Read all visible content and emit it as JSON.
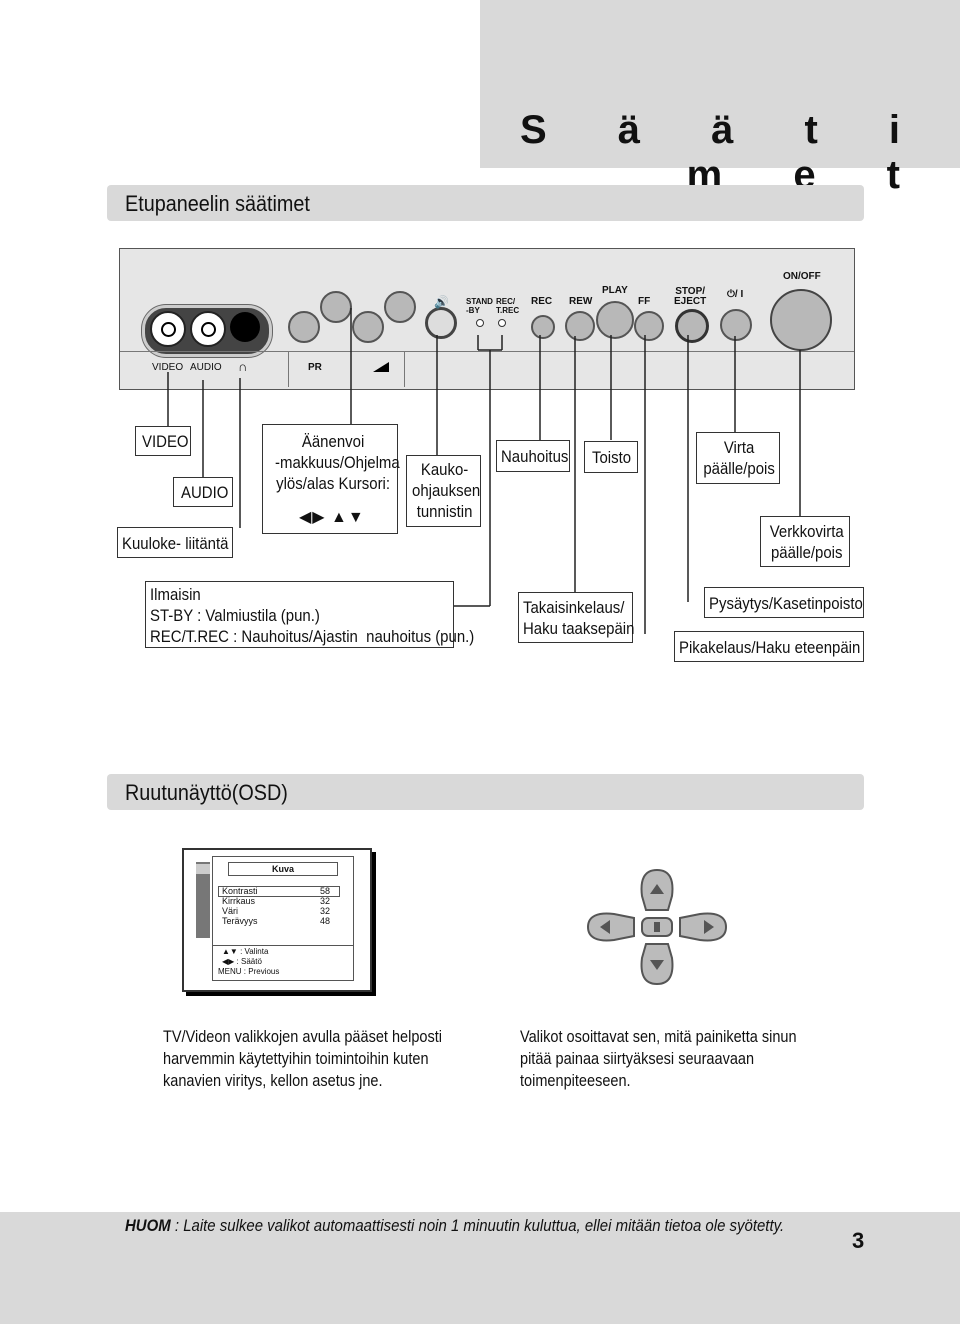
{
  "page_title": "S ä ä t i m e t",
  "section1_title": "Etupaneelin säätimet",
  "panel": {
    "standby": "STAND\n-BY",
    "recsmall": "REC/\nT.REC",
    "rec": "REC",
    "rew": "REW",
    "play": "PLAY",
    "ff": "FF",
    "stop": "STOP/\nEJECT",
    "power": "⏻/ I",
    "onoff": "ON/OFF",
    "video": "VIDEO",
    "audio": "AUDIO",
    "pr": "PR"
  },
  "labels": {
    "video": "VIDEO",
    "audio": "AUDIO",
    "kuuloke": "Kuuloke- liitäntä",
    "aanenvoi": "Äänenvoi\n-makkuus/Ohjelma\nylös/alas Kursori:",
    "kursori_arrows": "◀▶ ▲▼",
    "kauko": "Kauko-\nohjauksen\ntunnistin",
    "nauhoitus": "Nauhoitus",
    "toisto": "Toisto",
    "virta": "Virta\npäälle/pois",
    "verkkovirta": "Verkkovirta\npäälle/pois",
    "ilmaisin": "Ilmaisin\nST-BY : Valmiustila (pun.)\nREC/T.REC : Nauhoitus/Ajastin  nauhoitus (pun.)",
    "takaisin": "Takaisinkelaus/\nHaku taaksepäin",
    "pysaytys": "Pysäytys/Kasetinpoisto",
    "pikakelaus": "Pikakelaus/Haku eteenpäin"
  },
  "section2_title": "Ruutunäyttö(OSD)",
  "osd": {
    "title": "Kuva",
    "items": [
      {
        "label": "Kontrasti",
        "value": "58"
      },
      {
        "label": "Kirrkaus",
        "value": "32"
      },
      {
        "label": "Väri",
        "value": "32"
      },
      {
        "label": "Terävyys",
        "value": "48"
      }
    ],
    "help": [
      {
        "key": "▲▼",
        "text": ": Valinta"
      },
      {
        "key": "◀▶",
        "text": ": Säätö"
      },
      {
        "key": "MENU",
        "text": ": Previous"
      }
    ]
  },
  "para_left": "TV/Videon valikkojen avulla pääset helposti\nharvemmin käytettyihin toimintoihin kuten\nkanavien viritys, kellon asetus jne.",
  "para_right": "Valikot osoittavat sen, mitä painiketta sinun\npitää painaa siirtyäksesi seuraavaan\ntoimenpiteeseen.",
  "footer": {
    "note_label": "HUOM",
    "note_text": " : Laite sulkee valikot automaattisesti noin 1 minuutin kuluttua, ellei mitään tietoa ole syötetty.",
    "page_number": "3"
  },
  "colors": {
    "band": "#d9d9d9",
    "panel": "#e6e6e6",
    "button": "#b8b8b8"
  }
}
